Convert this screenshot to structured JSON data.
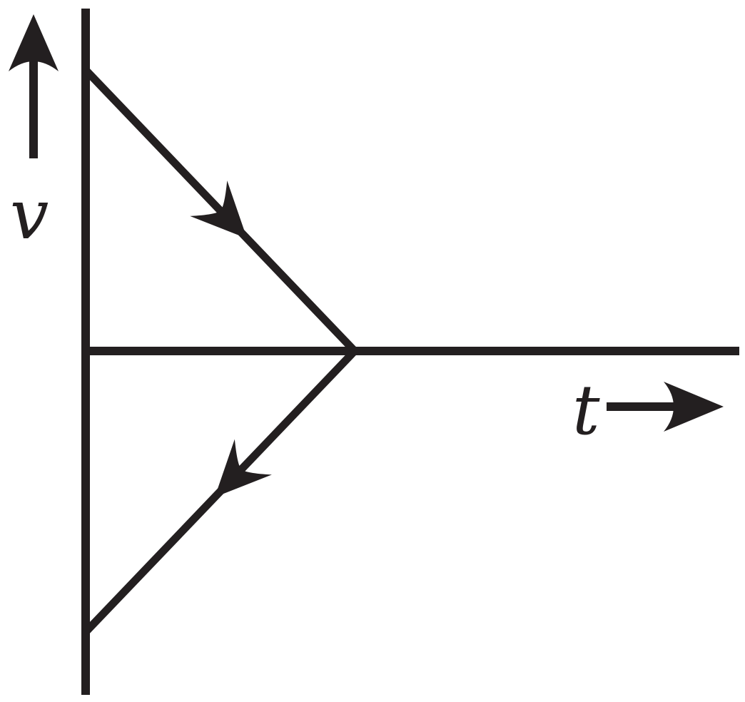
{
  "colors": {
    "ink": "#231f20",
    "background": "#ffffff"
  },
  "chart_data": {
    "type": "line",
    "xlabel": "t",
    "ylabel": "v",
    "grid": false,
    "legend": "none",
    "xlim": [
      0,
      2.44
    ],
    "ylim": [
      -1,
      1
    ],
    "series": [
      {
        "x": [
          0,
          1,
          0
        ],
        "y": [
          1,
          0,
          -1
        ],
        "direction_arrows": [
          {
            "from": [
              0,
              1
            ],
            "to": [
              1,
              0
            ],
            "at": 0.6
          },
          {
            "from": [
              1,
              0
            ],
            "to": [
              0,
              -1
            ],
            "at": 0.52
          }
        ]
      }
    ]
  }
}
